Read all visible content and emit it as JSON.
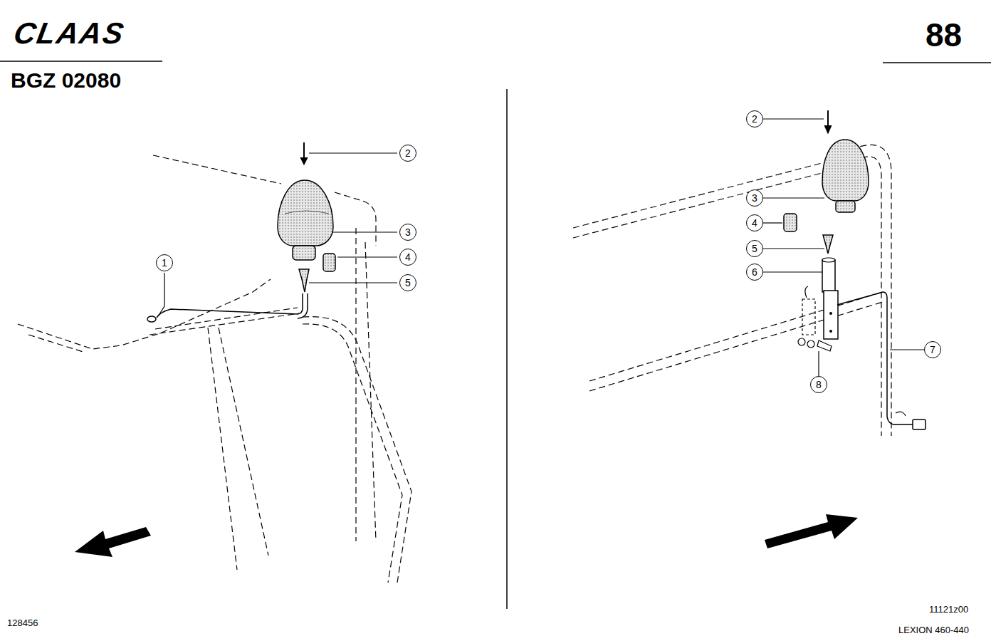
{
  "diagram": {
    "title": "BGZ 02080",
    "nodes": [
      {
        "text": [
          "2"
        ]
      },
      {
        "text": [
          "3"
        ]
      },
      {
        "text": [
          "4"
        ]
      },
      {
        "text": [
          "1"
        ]
      },
      {
        "text": [
          "5"
        ]
      },
      {
        "text": [
          "2"
        ]
      },
      {
        "text": [
          "3"
        ]
      },
      {
        "text": [
          "4"
        ]
      },
      {
        "text": [
          "5"
        ]
      },
      {
        "text": [
          "6"
        ]
      },
      {
        "text": [
          "7"
        ]
      },
      {
        "text": [
          "8"
        ]
      }
    ],
    "edges": [],
    "labels": [
      "CLAAS",
      "88",
      "128456",
      "11121z00",
      "LEXION 460-440"
    ]
  }
}
